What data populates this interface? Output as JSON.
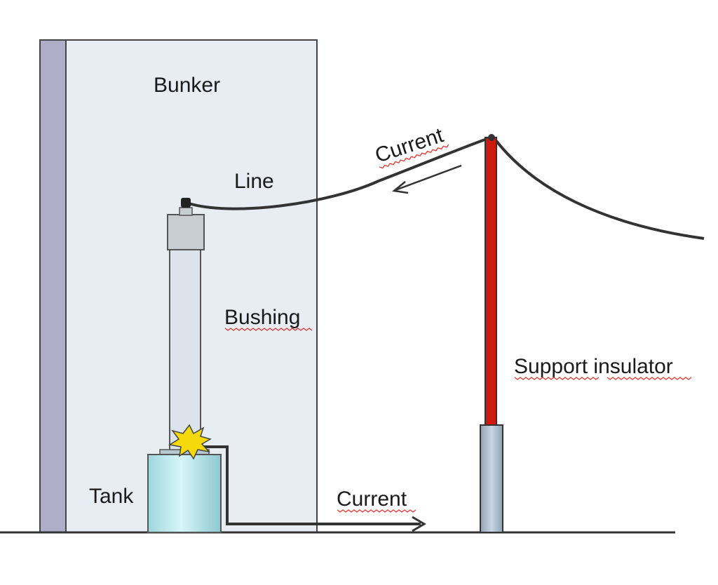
{
  "labels": {
    "bunker": "Bunker",
    "line": "Line",
    "current_top": "Current",
    "bushing": "Bushing",
    "support_insulator": "Support insulator",
    "tank": "Tank",
    "current_bottom": "Current"
  },
  "colors": {
    "bunker_fill": "#e8edf4",
    "bunker_wall": "#b0adc8",
    "pole_red": "#cc1a10",
    "bushing_fill": "#dde3ea",
    "cap_fill": "#c8cdd2",
    "tank_fill": "#c9eef2",
    "insulator_base": "#aebdcc",
    "flash": "#f5d90a",
    "line": "#333333"
  }
}
